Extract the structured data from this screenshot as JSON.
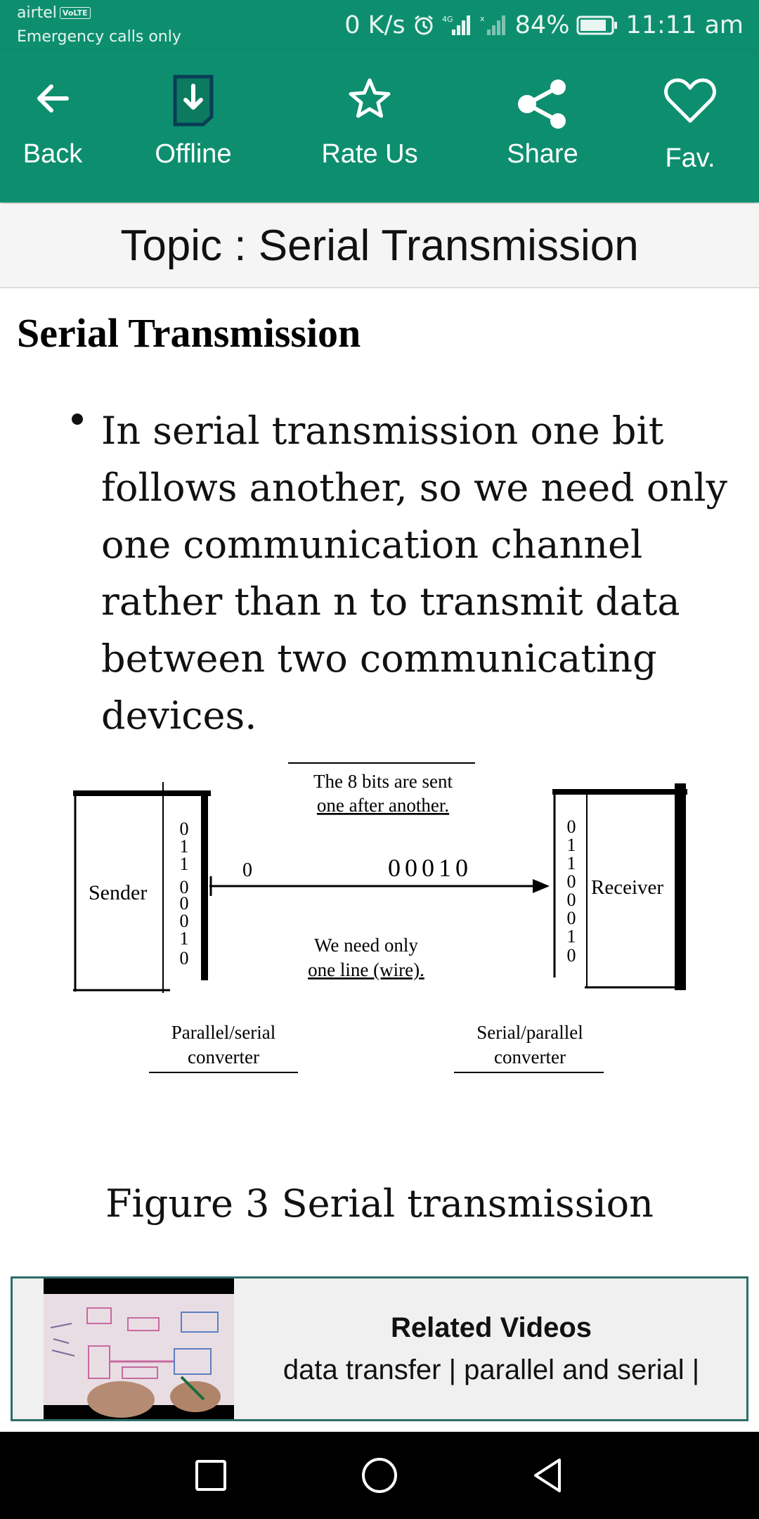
{
  "status_bar": {
    "carrier": "airtel",
    "volte": "VoLTE",
    "emergency": "Emergency calls only",
    "speed": "0 K/s",
    "battery": "84%",
    "time": "11:11 am"
  },
  "toolbar": {
    "items": [
      {
        "label": "Back",
        "icon": "arrow-left-icon"
      },
      {
        "label": "Offline",
        "icon": "download-icon"
      },
      {
        "label": "Rate Us",
        "icon": "star-icon"
      },
      {
        "label": "Share",
        "icon": "share-icon"
      },
      {
        "label": "Fav.",
        "icon": "heart-icon"
      }
    ]
  },
  "topic": {
    "title": "Topic : Serial Transmission"
  },
  "content": {
    "heading": "Serial Transmission",
    "bullet": "In serial transmission one bit follows another, so we need only one communication channel rather than n to transmit data between two communicating devices.",
    "diagram": {
      "sender": "Sender",
      "receiver": "Receiver",
      "top_note_1": "The 8 bits are sent",
      "top_note_2": "one after another.",
      "bottom_note_1": "We need only",
      "bottom_note_2": "one line (wire).",
      "sender_bits": [
        "0",
        "1",
        "1",
        "0",
        "0",
        "0",
        "1",
        "0"
      ],
      "receiver_bits": [
        "0",
        "1",
        "1",
        "0",
        "0",
        "0",
        "1",
        "0"
      ],
      "line_bit": "0",
      "line_stream": "00010",
      "conv_left_1": "Parallel/serial",
      "conv_left_2": "converter",
      "conv_right_1": "Serial/parallel",
      "conv_right_2": "converter"
    },
    "caption": "Figure 3 Serial transmission"
  },
  "related": {
    "title": "Related Videos",
    "description": "data transfer | parallel and serial |"
  },
  "colors": {
    "primary": "#0d8f6f",
    "card_border": "#2d6e6a"
  }
}
